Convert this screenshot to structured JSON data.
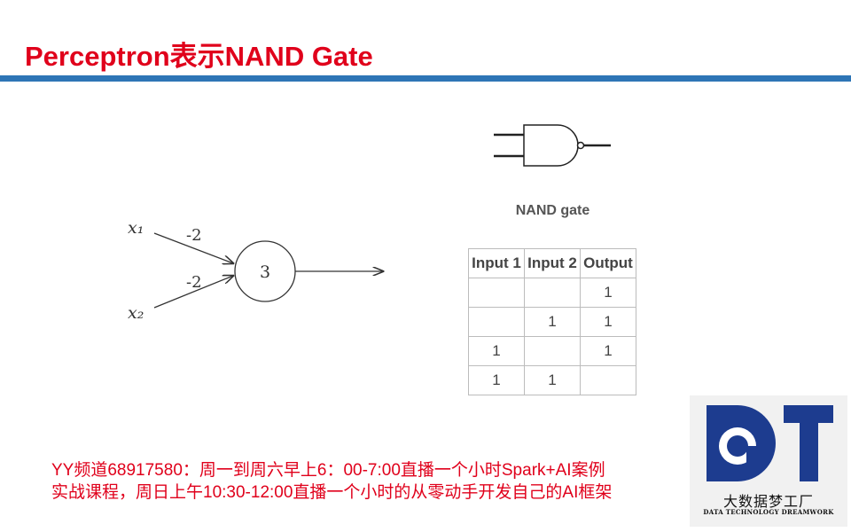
{
  "title": "Perceptron表示NAND Gate",
  "perceptron": {
    "inputs": [
      "x₁",
      "x₂"
    ],
    "weights": [
      "-2",
      "-2"
    ],
    "bias": "3"
  },
  "nand_gate": {
    "caption": "NAND gate",
    "headers": [
      "Input 1",
      "Input 2",
      "Output"
    ],
    "rows": [
      [
        "",
        "",
        "1"
      ],
      [
        "",
        "1",
        "1"
      ],
      [
        "1",
        "",
        "1"
      ],
      [
        "1",
        "1",
        ""
      ]
    ]
  },
  "footer": {
    "line1": "YY频道68917580：周一到周六早上6：00-7:00直播一个小时Spark+AI案例",
    "line2": "实战课程，周日上午10:30-12:00直播一个小时的从零动手开发自己的AI框架"
  },
  "logo": {
    "name": "大数据梦工厂",
    "subtitle": "DATA TECHNOLOGY DREAMWORK",
    "brand_color": "#1d3c8f"
  },
  "colors": {
    "title": "#e0001b",
    "rule": "#2e75b6"
  }
}
